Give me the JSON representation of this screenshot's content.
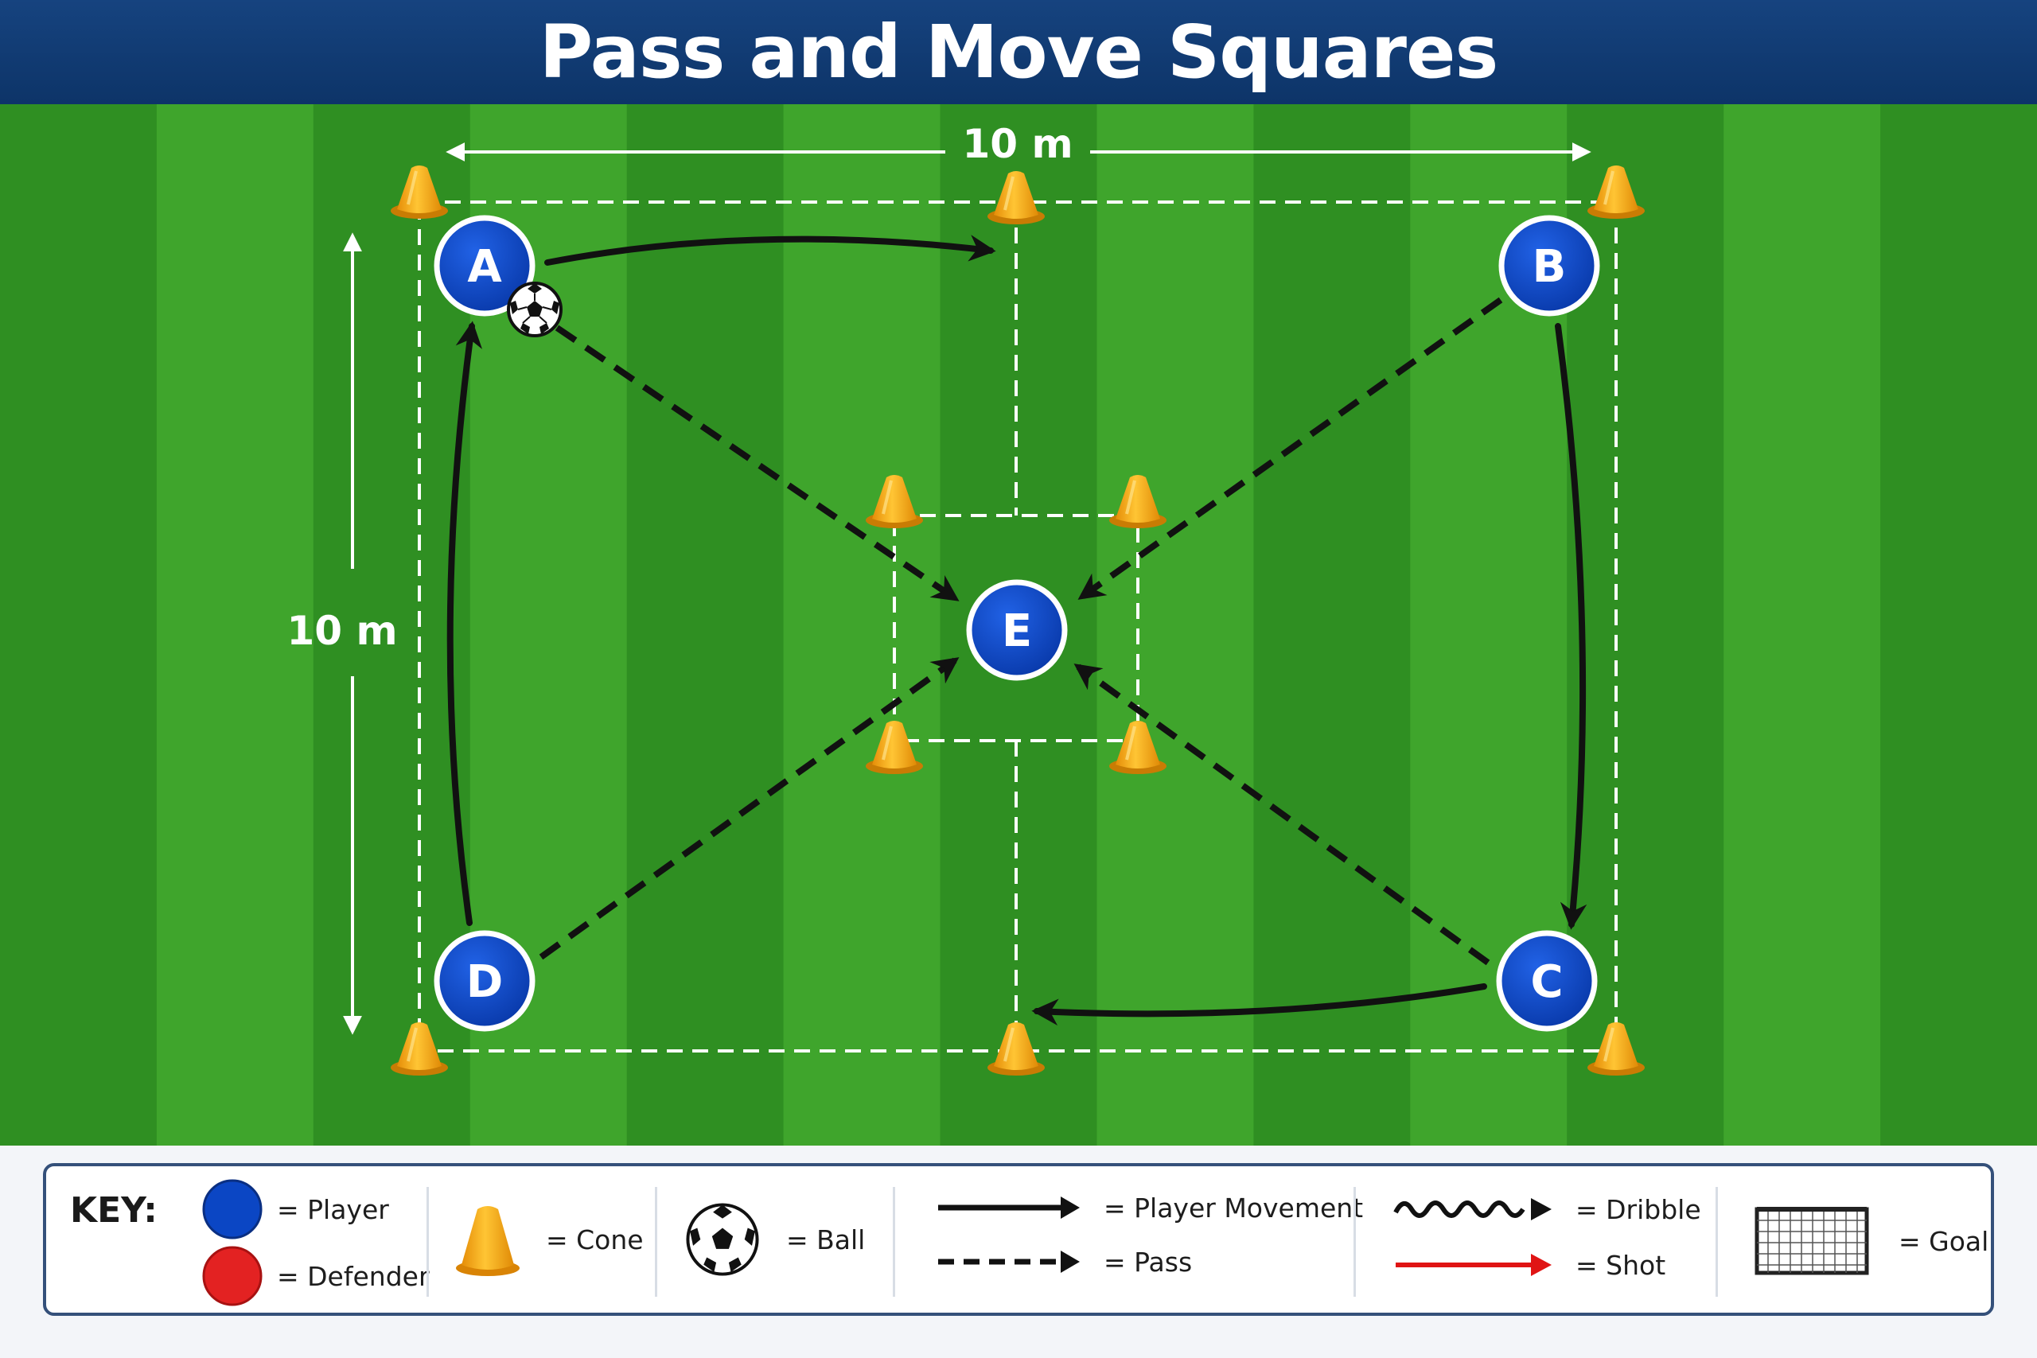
{
  "header": {
    "title": "Pass and Move Squares"
  },
  "diagram": {
    "width_label": "10 m",
    "height_label": "10 m",
    "players": [
      {
        "id": "A",
        "label": "A"
      },
      {
        "id": "B",
        "label": "B"
      },
      {
        "id": "C",
        "label": "C"
      },
      {
        "id": "D",
        "label": "D"
      },
      {
        "id": "E",
        "label": "E"
      }
    ],
    "ball_holder": "A"
  },
  "key": {
    "title": "KEY:",
    "player": "= Player",
    "defender": "= Defender",
    "cone": "= Cone",
    "ball": "= Ball",
    "movement": "= Player Movement",
    "pass": "= Pass",
    "dribble": "= Dribble",
    "shot": "= Shot",
    "goal": "= Goal"
  },
  "colors": {
    "header": "#0d3468",
    "pitch_light": "#3fa52c",
    "pitch_dark": "#2f8f22",
    "player": "#0b46c4",
    "defender": "#e32222",
    "cone": "#f4a81a",
    "shot": "#e01414"
  }
}
